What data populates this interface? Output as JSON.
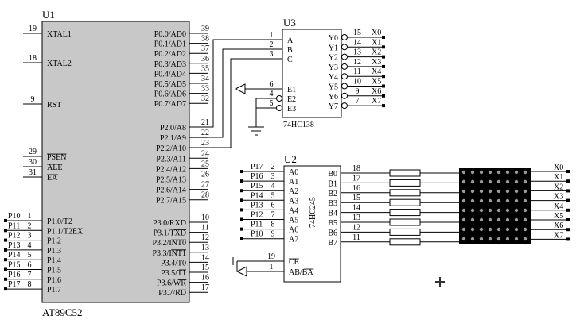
{
  "u1": {
    "ref": "U1",
    "part": "AT89C52",
    "left_top": [
      {
        "num": "19",
        "name": "XTAL1"
      },
      {
        "num": "18",
        "name": "XTAL2"
      },
      {
        "num": "9",
        "name": "RST"
      }
    ],
    "left_mid": [
      {
        "num": "29",
        "name": "PSEN",
        "bar": true
      },
      {
        "num": "30",
        "name": "ALE",
        "bar": true
      },
      {
        "num": "31",
        "name": "EA",
        "bar": true
      }
    ],
    "left_p1": [
      {
        "net": "P10",
        "num": "1",
        "name": "P1.0/T2"
      },
      {
        "net": "P11",
        "num": "2",
        "name": "P1.1/T2EX"
      },
      {
        "net": "P12",
        "num": "3",
        "name": "P1.2"
      },
      {
        "net": "P13",
        "num": "4",
        "name": "P1.3"
      },
      {
        "net": "P14",
        "num": "5",
        "name": "P1.4"
      },
      {
        "net": "P15",
        "num": "6",
        "name": "P1.5"
      },
      {
        "net": "P16",
        "num": "7",
        "name": "P1.6"
      },
      {
        "net": "P17",
        "num": "8",
        "name": "P1.7"
      }
    ],
    "right_p0": [
      {
        "num": "39",
        "name": "P0.0/AD0"
      },
      {
        "num": "38",
        "name": "P0.1/AD1"
      },
      {
        "num": "37",
        "name": "P0.2/AD2"
      },
      {
        "num": "36",
        "name": "P0.3/AD3"
      },
      {
        "num": "35",
        "name": "P0.4/AD4"
      },
      {
        "num": "34",
        "name": "P0.5/AD5"
      },
      {
        "num": "33",
        "name": "P0.6/AD6"
      },
      {
        "num": "32",
        "name": "P0.7/AD7"
      }
    ],
    "right_p2": [
      {
        "num": "21",
        "name": "P2.0/A8"
      },
      {
        "num": "22",
        "name": "P2.1/A9"
      },
      {
        "num": "23",
        "name": "P2.2/A10"
      },
      {
        "num": "24",
        "name": "P2.3/A11"
      },
      {
        "num": "25",
        "name": "P2.4/A12"
      },
      {
        "num": "26",
        "name": "P2.5/A13"
      },
      {
        "num": "27",
        "name": "P2.6/A14"
      },
      {
        "num": "28",
        "name": "P2.7/A15"
      }
    ],
    "right_p3": [
      {
        "num": "10",
        "name": "P3.0/RXD"
      },
      {
        "num": "11",
        "name": "P3.1/TXD",
        "bar": true
      },
      {
        "num": "12",
        "name": "P3.2/INT0",
        "bar": true
      },
      {
        "num": "13",
        "name": "P3.3/INT1",
        "bar": true
      },
      {
        "num": "14",
        "name": "P3.4/T0"
      },
      {
        "num": "15",
        "name": "P3.5/T1",
        "bar": true
      },
      {
        "num": "16",
        "name": "P3.6/WR",
        "bar": true
      },
      {
        "num": "17",
        "name": "P3.7/RD",
        "bar": true
      }
    ]
  },
  "u3": {
    "ref": "U3",
    "part": "74HC138",
    "inputs": [
      {
        "num": "1",
        "name": "A"
      },
      {
        "num": "2",
        "name": "B"
      },
      {
        "num": "3",
        "name": "C"
      }
    ],
    "enables": [
      {
        "num": "6",
        "name": "E1"
      },
      {
        "num": "4",
        "name": "E2"
      },
      {
        "num": "5",
        "name": "E3"
      }
    ],
    "outputs": [
      {
        "num": "15",
        "name": "Y0",
        "net": "X0"
      },
      {
        "num": "14",
        "name": "Y1",
        "net": "X1"
      },
      {
        "num": "13",
        "name": "Y2",
        "net": "X2"
      },
      {
        "num": "12",
        "name": "Y3",
        "net": "X3"
      },
      {
        "num": "11",
        "name": "Y4",
        "net": "X4"
      },
      {
        "num": "10",
        "name": "Y5",
        "net": "X5"
      },
      {
        "num": "9",
        "name": "Y6",
        "net": "X6"
      },
      {
        "num": "7",
        "name": "Y7",
        "net": "X7"
      }
    ]
  },
  "u2": {
    "ref": "U2",
    "part": "74HC245",
    "a_pins": [
      {
        "net": "P17",
        "num": "2",
        "name": "A0"
      },
      {
        "net": "P16",
        "num": "3",
        "name": "A1"
      },
      {
        "net": "P15",
        "num": "4",
        "name": "A2"
      },
      {
        "net": "P14",
        "num": "5",
        "name": "A3"
      },
      {
        "net": "P13",
        "num": "6",
        "name": "A4"
      },
      {
        "net": "P12",
        "num": "7",
        "name": "A5"
      },
      {
        "net": "P11",
        "num": "8",
        "name": "A6"
      },
      {
        "net": "P10",
        "num": "9",
        "name": "A7"
      }
    ],
    "b_pins": [
      {
        "num": "18",
        "name": "B0"
      },
      {
        "num": "17",
        "name": "B1"
      },
      {
        "num": "16",
        "name": "B2"
      },
      {
        "num": "15",
        "name": "B3"
      },
      {
        "num": "14",
        "name": "B4"
      },
      {
        "num": "13",
        "name": "B5"
      },
      {
        "num": "12",
        "name": "B6"
      },
      {
        "num": "11",
        "name": "B7"
      }
    ],
    "ctrl": [
      {
        "num": "19",
        "name": "CE",
        "bar": true
      },
      {
        "num": "1",
        "name": "AB/BA",
        "bar": true
      }
    ]
  },
  "matrix": {
    "rows": 8,
    "cols": 8,
    "nets": [
      "X0",
      "X1",
      "X2",
      "X3",
      "X4",
      "X5",
      "X6",
      "X7"
    ]
  }
}
